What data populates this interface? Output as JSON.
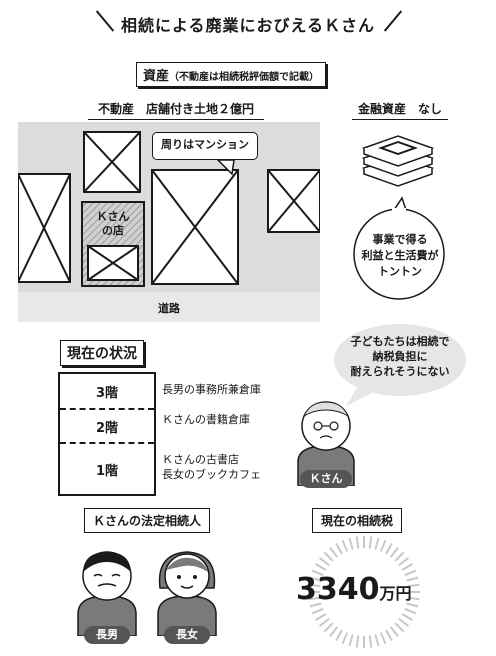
{
  "title": "相続による廃業におびえるＫさん",
  "assets": {
    "heading": "資産",
    "heading_note": "（不動産は相続税評価額で記載）",
    "real_estate_label": "不動産　店舗付き土地２億円",
    "financial_label": "金融資産　なし",
    "surroundings_bubble": "周りはマンション",
    "shop_label_line1": "Ｋさん",
    "shop_label_line2": "の店",
    "road_label": "道路",
    "income_bubble_line1": "事業で得る",
    "income_bubble_line2": "利益と生活費が",
    "income_bubble_line3": "トントン"
  },
  "situation": {
    "heading": "現在の状況",
    "floors": [
      {
        "floor": "3階",
        "desc": [
          "長男の事務所兼倉庫"
        ]
      },
      {
        "floor": "2階",
        "desc": [
          "Ｋさんの書籍倉庫"
        ]
      },
      {
        "floor": "1階",
        "desc": [
          "Ｋさんの古書店",
          "長女のブックカフェ"
        ]
      }
    ],
    "worry_line1": "子どもたちは相続で",
    "worry_line2": "納税負担に",
    "worry_line3": "耐えられそうにない",
    "person_tag": "Ｋさん"
  },
  "heirs": {
    "heading": "Ｋさんの法定相続人",
    "son_tag": "長男",
    "daughter_tag": "長女"
  },
  "tax": {
    "heading": "現在の相続税",
    "amount": "3340",
    "unit": "万円"
  }
}
